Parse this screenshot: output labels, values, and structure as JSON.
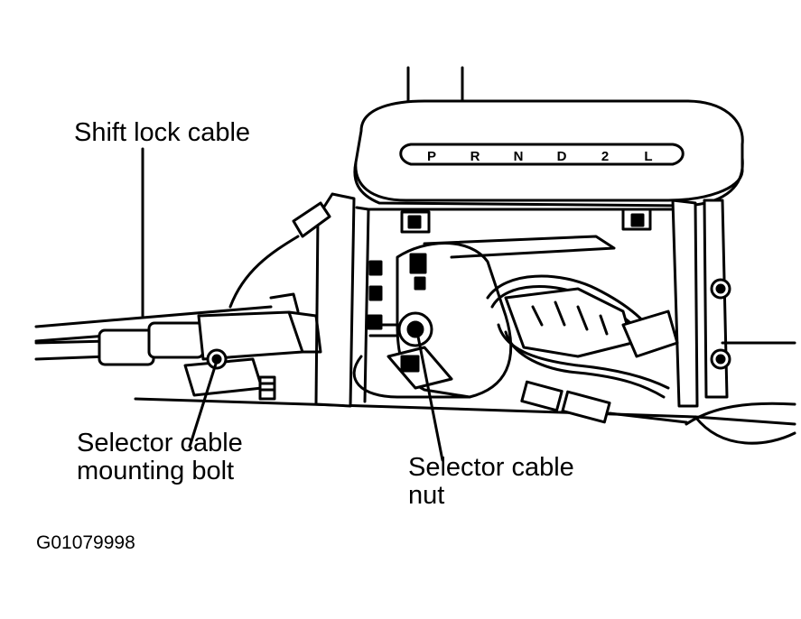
{
  "labels": {
    "shift_lock_cable": "Shift lock cable",
    "selector_cable_mounting_bolt_line1": "Selector cable",
    "selector_cable_mounting_bolt_line2": "mounting bolt",
    "selector_cable_nut_line1": "Selector cable",
    "selector_cable_nut_line2": "nut"
  },
  "figure_code": "G01079998",
  "gear_positions": [
    "P",
    "R",
    "N",
    "D",
    "2",
    "L"
  ],
  "colors": {
    "ink": "#000000",
    "paper": "#ffffff",
    "shade": "#cfcfcf"
  }
}
